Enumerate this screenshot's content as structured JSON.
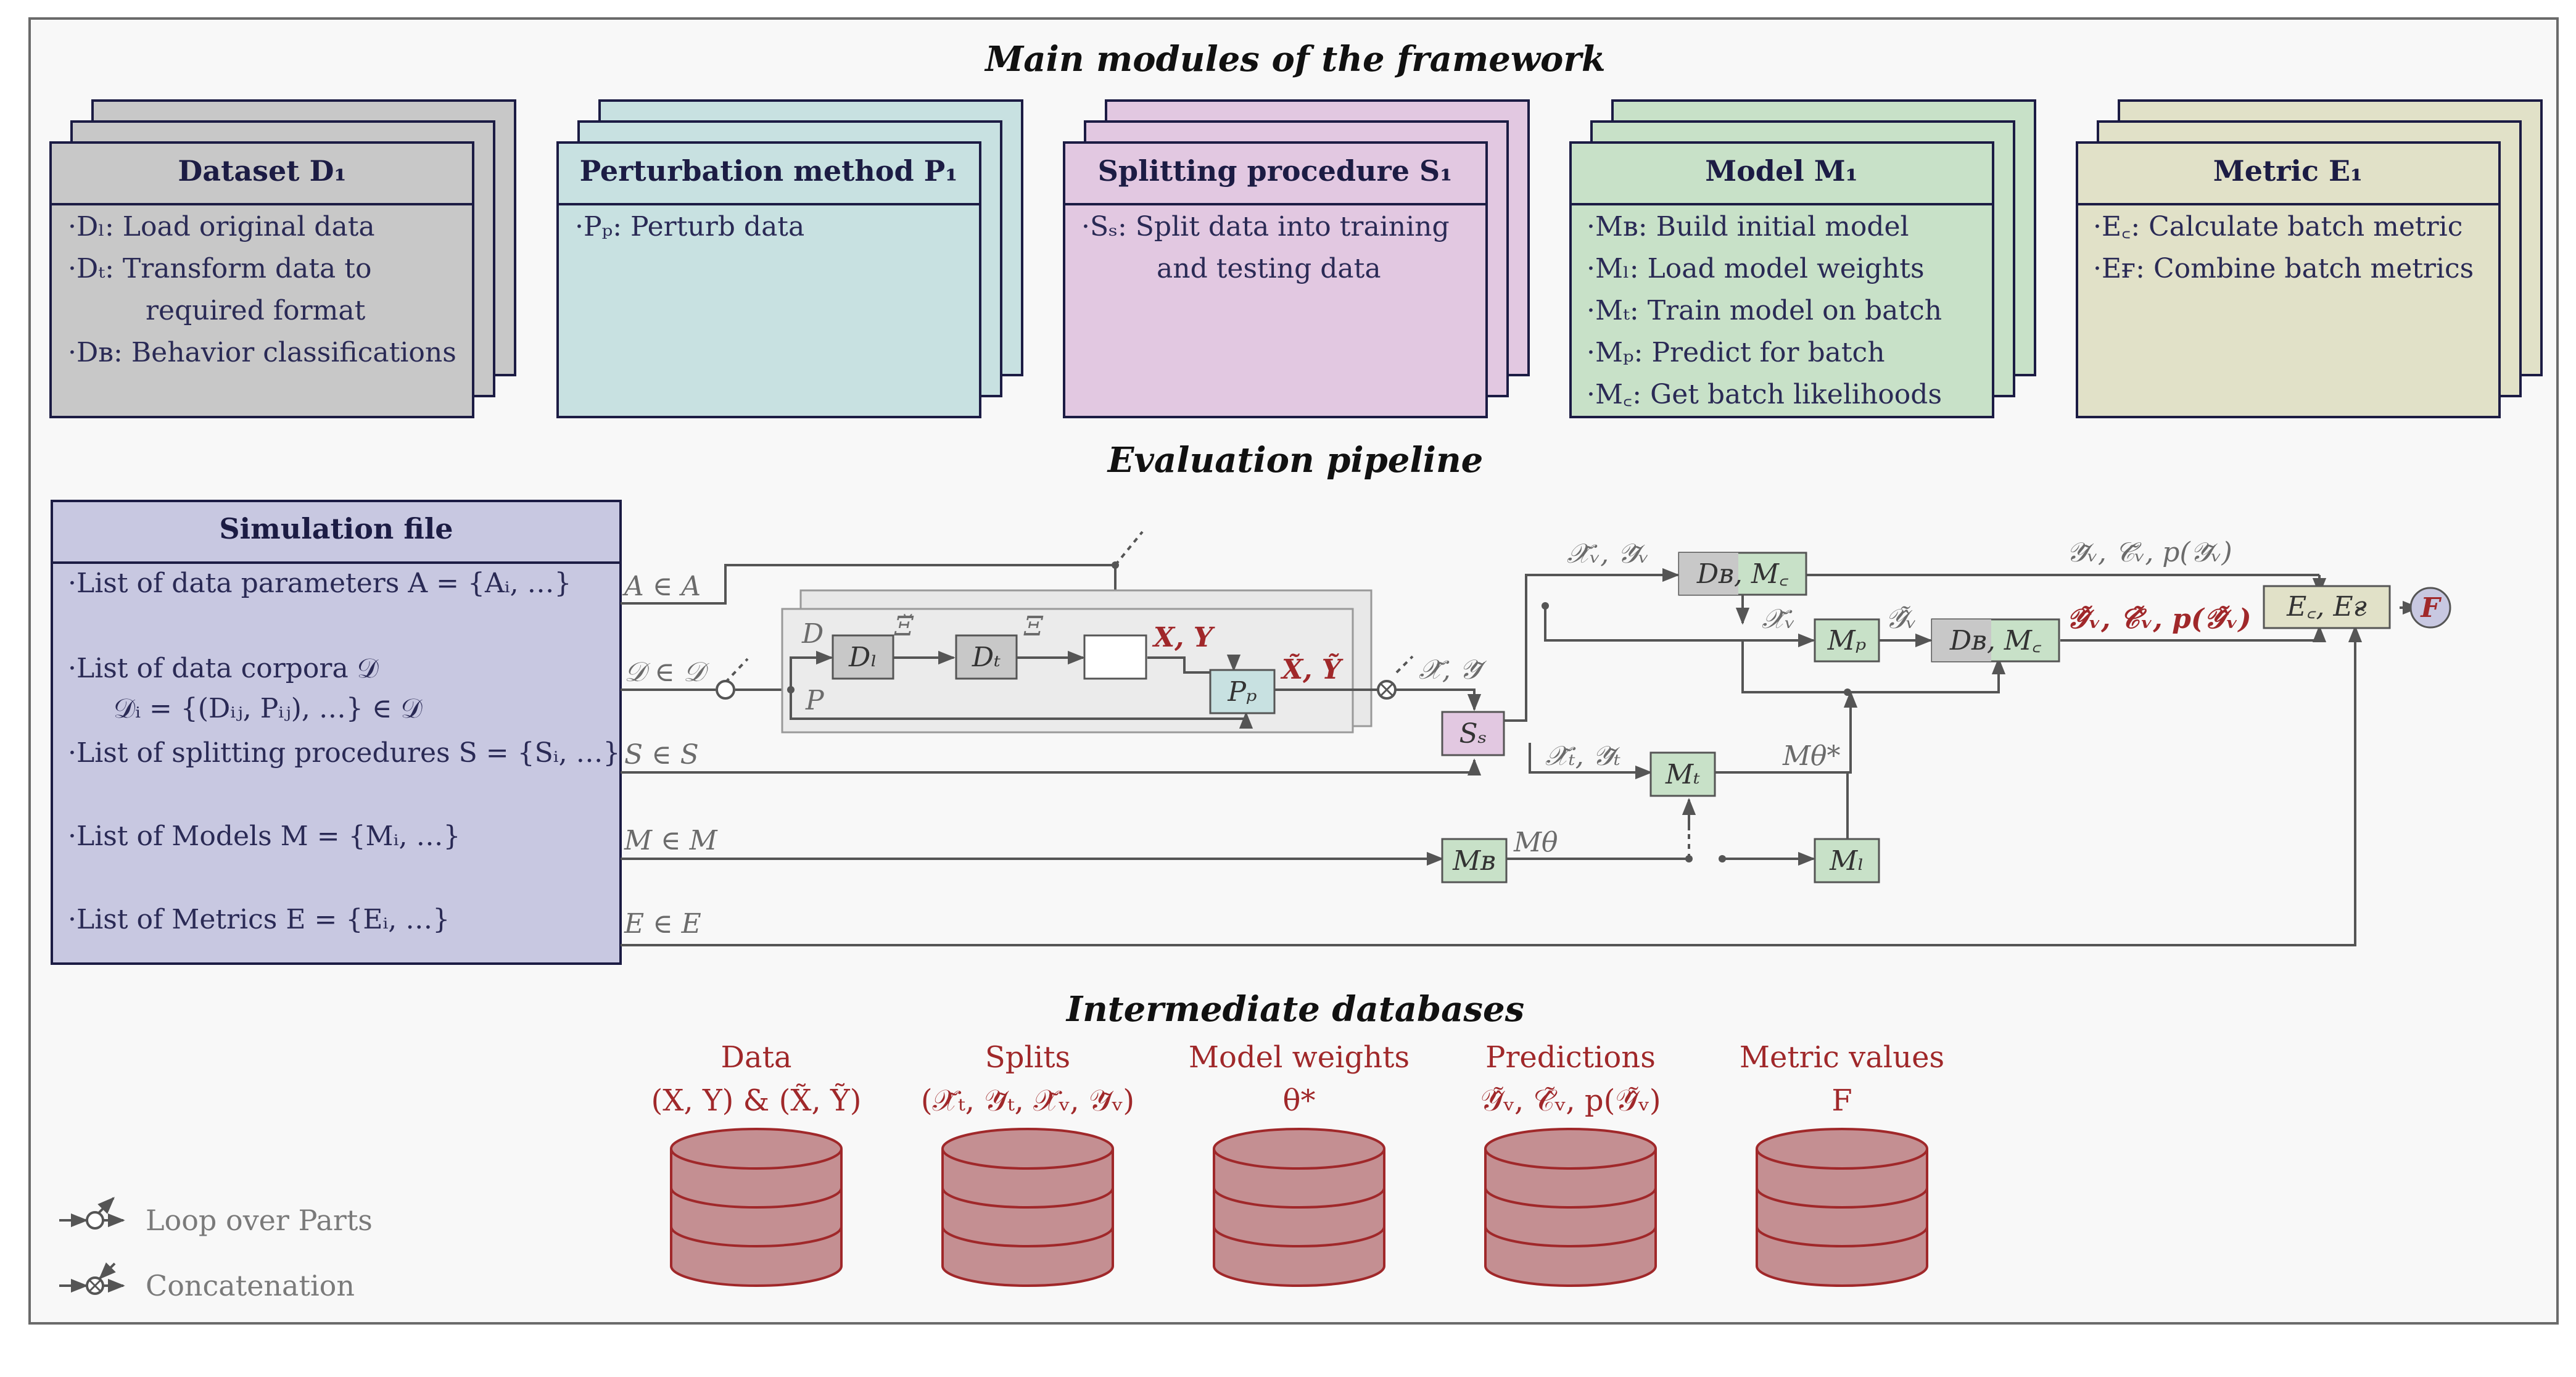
{
  "titles": {
    "main_modules": "Main modules of the framework",
    "pipeline": "Evaluation pipeline",
    "databases": "Intermediate databases"
  },
  "modules": [
    {
      "id": "dataset",
      "title": "Dataset D₁",
      "color": "#c8c8c8",
      "items": [
        "·Dₗ: Load original data",
        "·Dₜ: Transform data to",
        "required format",
        "·Dʙ: Behavior classifications"
      ]
    },
    {
      "id": "perturbation",
      "title": "Perturbation method P₁",
      "color": "#c8e1e1",
      "items": [
        "·Pₚ: Perturb data"
      ]
    },
    {
      "id": "splitting",
      "title": "Splitting procedure S₁",
      "color": "#e2c8e1",
      "items": [
        "·Sₛ: Split data into training",
        "and testing data"
      ]
    },
    {
      "id": "model",
      "title": "Model M₁",
      "color": "#c8e1c8",
      "items": [
        "·Mʙ: Build initial model",
        "·Mₗ: Load model weights",
        "·Mₜ: Train model on batch",
        "·Mₚ: Predict for batch",
        "·M꜀: Get batch likelihoods"
      ]
    },
    {
      "id": "metric",
      "title": "Metric E₁",
      "color": "#e1e1c8",
      "items": [
        "·E꜀: Calculate batch metric",
        "·Eғ: Combine batch metrics"
      ]
    }
  ],
  "simulation": {
    "title": "Simulation file",
    "items": [
      "·List of data parameters A = {Aᵢ, …}",
      "·List of data corpora 𝒟",
      "𝒟ᵢ = {(Dᵢⱼ, Pᵢⱼ), …} ∈ 𝒟",
      "·List of splitting procedures S = {Sᵢ, …}",
      "·List of Models M = {Mᵢ, …}",
      "·List of Metrics E = {Eᵢ, …}"
    ]
  },
  "pipeline": {
    "edges": {
      "a": "A ∈ A",
      "d": "𝒟 ∈ 𝒟",
      "s": "S ∈ S",
      "m": "M ∈ M",
      "e": "E ∈ E",
      "d_in": "D",
      "p_in": "P",
      "xi_breve": "Ξ̆",
      "xi": "Ξ",
      "xy": "X, Y",
      "xy_tilde": "X̃, Ỹ",
      "cal_xy": "𝒳̃, 𝒴̃",
      "val_xy": "𝒳̃ᵥ, 𝒴̃ᵥ",
      "train_xy": "𝒳̃ₜ, 𝒴̃ₜ",
      "m_theta": "Mθ",
      "m_theta_star": "Mθ*",
      "xv": "𝒳̃ᵥ",
      "yv_hat": "𝒴̂̃ᵥ",
      "top_out": "𝒴̃ᵥ, 𝒞̃ᵥ, p(𝒴̃ᵥ)",
      "pred_out": "𝒴̂̃ᵥ, 𝒞̂̃ᵥ, p(𝒴̂̃ᵥ)"
    },
    "nodes": {
      "dl": "Dₗ",
      "dt": "Dₜ",
      "pp": "Pₚ",
      "ss": "Sₛ",
      "mt": "Mₜ",
      "mb": "Mʙ",
      "ml": "Mₗ",
      "mp": "Mₚ",
      "db_mc_top": "Dʙ, M꜀",
      "db_mc_mid": "Dʙ, M꜀",
      "ec_ef": "E꜀, Eғ",
      "f": "F"
    }
  },
  "databases": [
    {
      "name": "Data",
      "content": "(X, Y) & (X̃, Ỹ)"
    },
    {
      "name": "Splits",
      "content": "(𝒳̃ₜ, 𝒴̃ₜ, 𝒳̃ᵥ, 𝒴̃ᵥ)"
    },
    {
      "name": "Model weights",
      "content": "θ*"
    },
    {
      "name": "Predictions",
      "content": "𝒴̂̃ᵥ, 𝒞̂̃ᵥ, p(𝒴̂̃ᵥ)"
    },
    {
      "name": "Metric values",
      "content": "F"
    }
  ],
  "legend": {
    "loop": "Loop over Parts",
    "concat": "Concatenation"
  },
  "colors": {
    "border": "#1c1c44",
    "simulation": "#c8c8e1",
    "db_fill": "#c48f92",
    "db_stroke": "#a0282a",
    "accent_red": "#a0282a"
  }
}
